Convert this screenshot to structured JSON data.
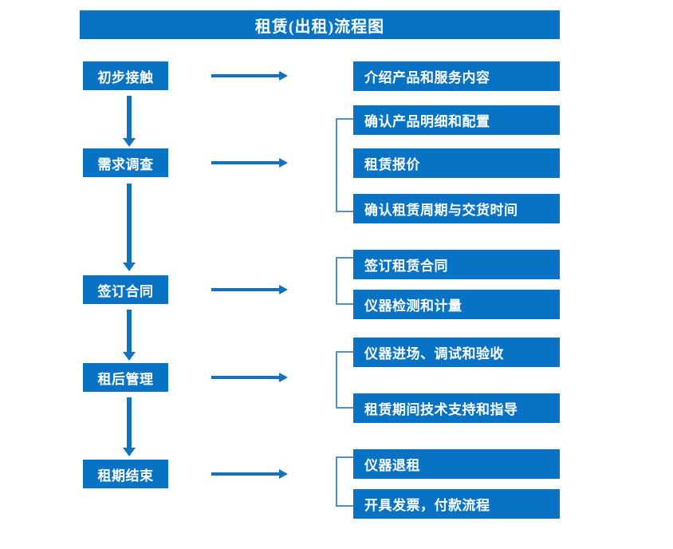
{
  "title": "租赁(出租)流程图",
  "colors": {
    "box_fill": "#0873C4",
    "box_text": "#FFFFFF",
    "arrow": "#1272BC",
    "bracket": "#4E8FC7",
    "background": "#FFFFFF"
  },
  "stages": [
    {
      "id": "stage-1",
      "label": "初步接触"
    },
    {
      "id": "stage-2",
      "label": "需求调查"
    },
    {
      "id": "stage-3",
      "label": "签订合同"
    },
    {
      "id": "stage-4",
      "label": "租后管理"
    },
    {
      "id": "stage-5",
      "label": "租期结束"
    }
  ],
  "details": [
    {
      "id": "detail-1",
      "label": "介绍产品和服务内容",
      "stage": "初步接触"
    },
    {
      "id": "detail-2",
      "label": "确认产品明细和配置",
      "stage": "需求调查"
    },
    {
      "id": "detail-3",
      "label": "租赁报价",
      "stage": "需求调查"
    },
    {
      "id": "detail-4",
      "label": "确认租赁周期与交货时间",
      "stage": "需求调查"
    },
    {
      "id": "detail-5",
      "label": "签订租赁合同",
      "stage": "签订合同"
    },
    {
      "id": "detail-6",
      "label": "仪器检测和计量",
      "stage": "签订合同"
    },
    {
      "id": "detail-7",
      "label": "仪器进场、调试和验收",
      "stage": "租后管理"
    },
    {
      "id": "detail-8",
      "label": "租赁期间技术支持和指导",
      "stage": "租后管理"
    },
    {
      "id": "detail-9",
      "label": "仪器退租",
      "stage": "租期结束"
    },
    {
      "id": "detail-10",
      "label": "开具发票，付款流程",
      "stage": "租期结束"
    }
  ],
  "groups": [
    {
      "id": "group-need-survey",
      "count": 3
    },
    {
      "id": "group-contract",
      "count": 2
    },
    {
      "id": "group-post-rental",
      "count": 2
    },
    {
      "id": "group-lease-end",
      "count": 2
    }
  ],
  "connectors": {
    "horizontal_count": 5,
    "vertical_count": 4
  }
}
